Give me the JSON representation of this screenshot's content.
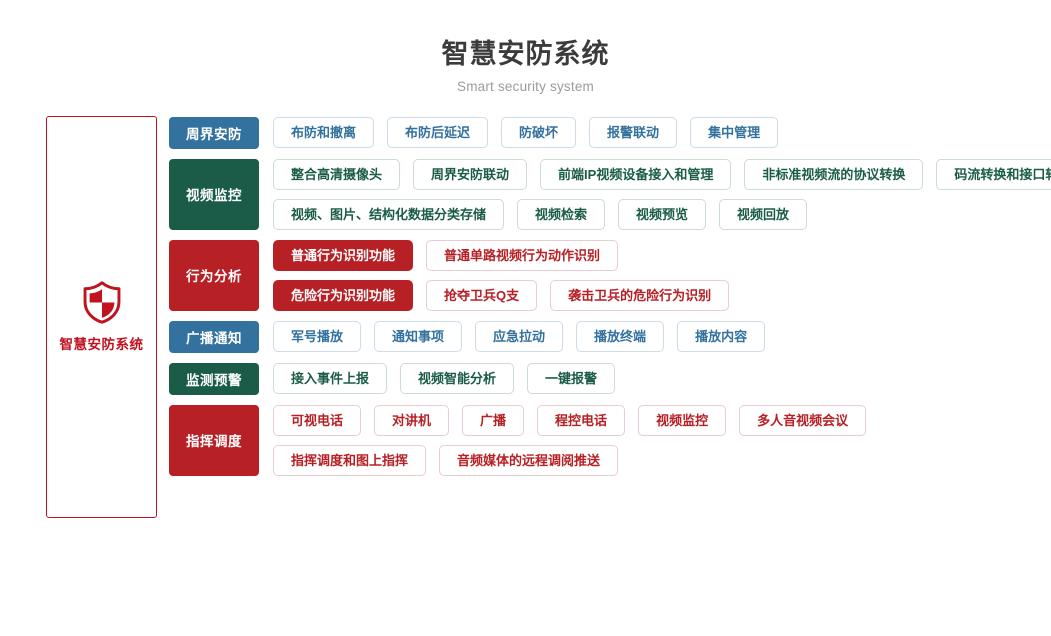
{
  "header": {
    "title": "智慧安防系统",
    "subtitle": "Smart security system"
  },
  "brand": {
    "icon": "shield-icon",
    "label": "智慧安防系统",
    "border_color": "#c1121f",
    "text_color": "#c1121f"
  },
  "palette": {
    "blue": "#33719e",
    "green": "#1b5c49",
    "red": "#b72025",
    "title": "#3b3b3b",
    "subtitle": "#9b9b9b"
  },
  "rows": [
    {
      "category": "周界安防",
      "theme": "blue",
      "lines": [
        [
          {
            "label": "布防和撤离",
            "filled": false
          },
          {
            "label": "布防后延迟",
            "filled": false
          },
          {
            "label": "防破坏",
            "filled": false
          },
          {
            "label": "报警联动",
            "filled": false
          },
          {
            "label": "集中管理",
            "filled": false
          }
        ]
      ]
    },
    {
      "category": "视频监控",
      "theme": "green",
      "lines": [
        [
          {
            "label": "整合高清摄像头",
            "filled": false
          },
          {
            "label": "周界安防联动",
            "filled": false
          },
          {
            "label": "前端IP视频设备接入和管理",
            "filled": false
          },
          {
            "label": "非标准视频流的协议转换",
            "filled": false
          },
          {
            "label": "码流转换和接口转换",
            "filled": false
          }
        ],
        [
          {
            "label": "视频、图片、结构化数据分类存储",
            "filled": false
          },
          {
            "label": "视频检索",
            "filled": false
          },
          {
            "label": "视频预览",
            "filled": false
          },
          {
            "label": "视频回放",
            "filled": false
          }
        ]
      ]
    },
    {
      "category": "行为分析",
      "theme": "red",
      "lines": [
        [
          {
            "label": "普通行为识别功能",
            "filled": true
          },
          {
            "label": "普通单路视频行为动作识别",
            "filled": false
          }
        ],
        [
          {
            "label": "危险行为识别功能",
            "filled": true
          },
          {
            "label": "抢夺卫兵Q支",
            "filled": false
          },
          {
            "label": "袭击卫兵的危险行为识别",
            "filled": false
          }
        ]
      ]
    },
    {
      "category": "广播通知",
      "theme": "blue",
      "lines": [
        [
          {
            "label": "军号播放",
            "filled": false
          },
          {
            "label": "通知事项",
            "filled": false
          },
          {
            "label": "应急拉动",
            "filled": false
          },
          {
            "label": "播放终端",
            "filled": false
          },
          {
            "label": "播放内容",
            "filled": false
          }
        ]
      ]
    },
    {
      "category": "监测预警",
      "theme": "green",
      "lines": [
        [
          {
            "label": "接入事件上报",
            "filled": false
          },
          {
            "label": "视频智能分析",
            "filled": false
          },
          {
            "label": "一键报警",
            "filled": false
          }
        ]
      ]
    },
    {
      "category": "指挥调度",
      "theme": "red",
      "lines": [
        [
          {
            "label": "可视电话",
            "filled": false
          },
          {
            "label": "对讲机",
            "filled": false
          },
          {
            "label": "广播",
            "filled": false
          },
          {
            "label": "程控电话",
            "filled": false
          },
          {
            "label": "视频监控",
            "filled": false
          },
          {
            "label": "多人音视频会议",
            "filled": false
          }
        ],
        [
          {
            "label": "指挥调度和图上指挥",
            "filled": false
          },
          {
            "label": "音频媒体的远程调阅推送",
            "filled": false
          }
        ]
      ]
    }
  ]
}
